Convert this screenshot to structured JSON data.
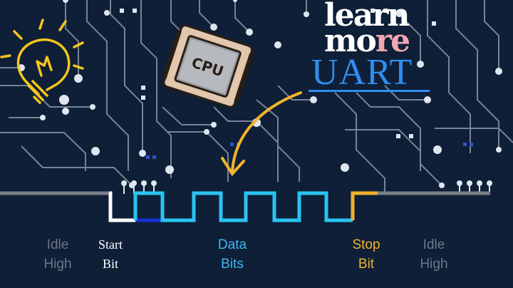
{
  "headline": {
    "line1": "learn",
    "line2_a": "mo",
    "line2_b": "re",
    "topic": "UART"
  },
  "chip": {
    "label": "CPU"
  },
  "frame_labels": {
    "idle_left": [
      "Idle",
      "High"
    ],
    "start": [
      "Start",
      "Bit"
    ],
    "data": [
      "Data",
      "Bits"
    ],
    "stop": [
      "Stop",
      "Bit"
    ],
    "idle_right": [
      "Idle",
      "High"
    ]
  },
  "colors": {
    "background": "#0e1f37",
    "trace": "#8a96a8",
    "idle_line": "#7b7f86",
    "start_bit": "#ffffff",
    "data_bits": "#29c3f2",
    "data_low": "#1a2fd6",
    "stop_bit": "#f2b22c",
    "arrow": "#f2b22c",
    "bulb": "#f5c51b"
  },
  "icons": [
    "lightbulb-icon",
    "cpu-chip-icon",
    "curved-arrow-icon"
  ]
}
